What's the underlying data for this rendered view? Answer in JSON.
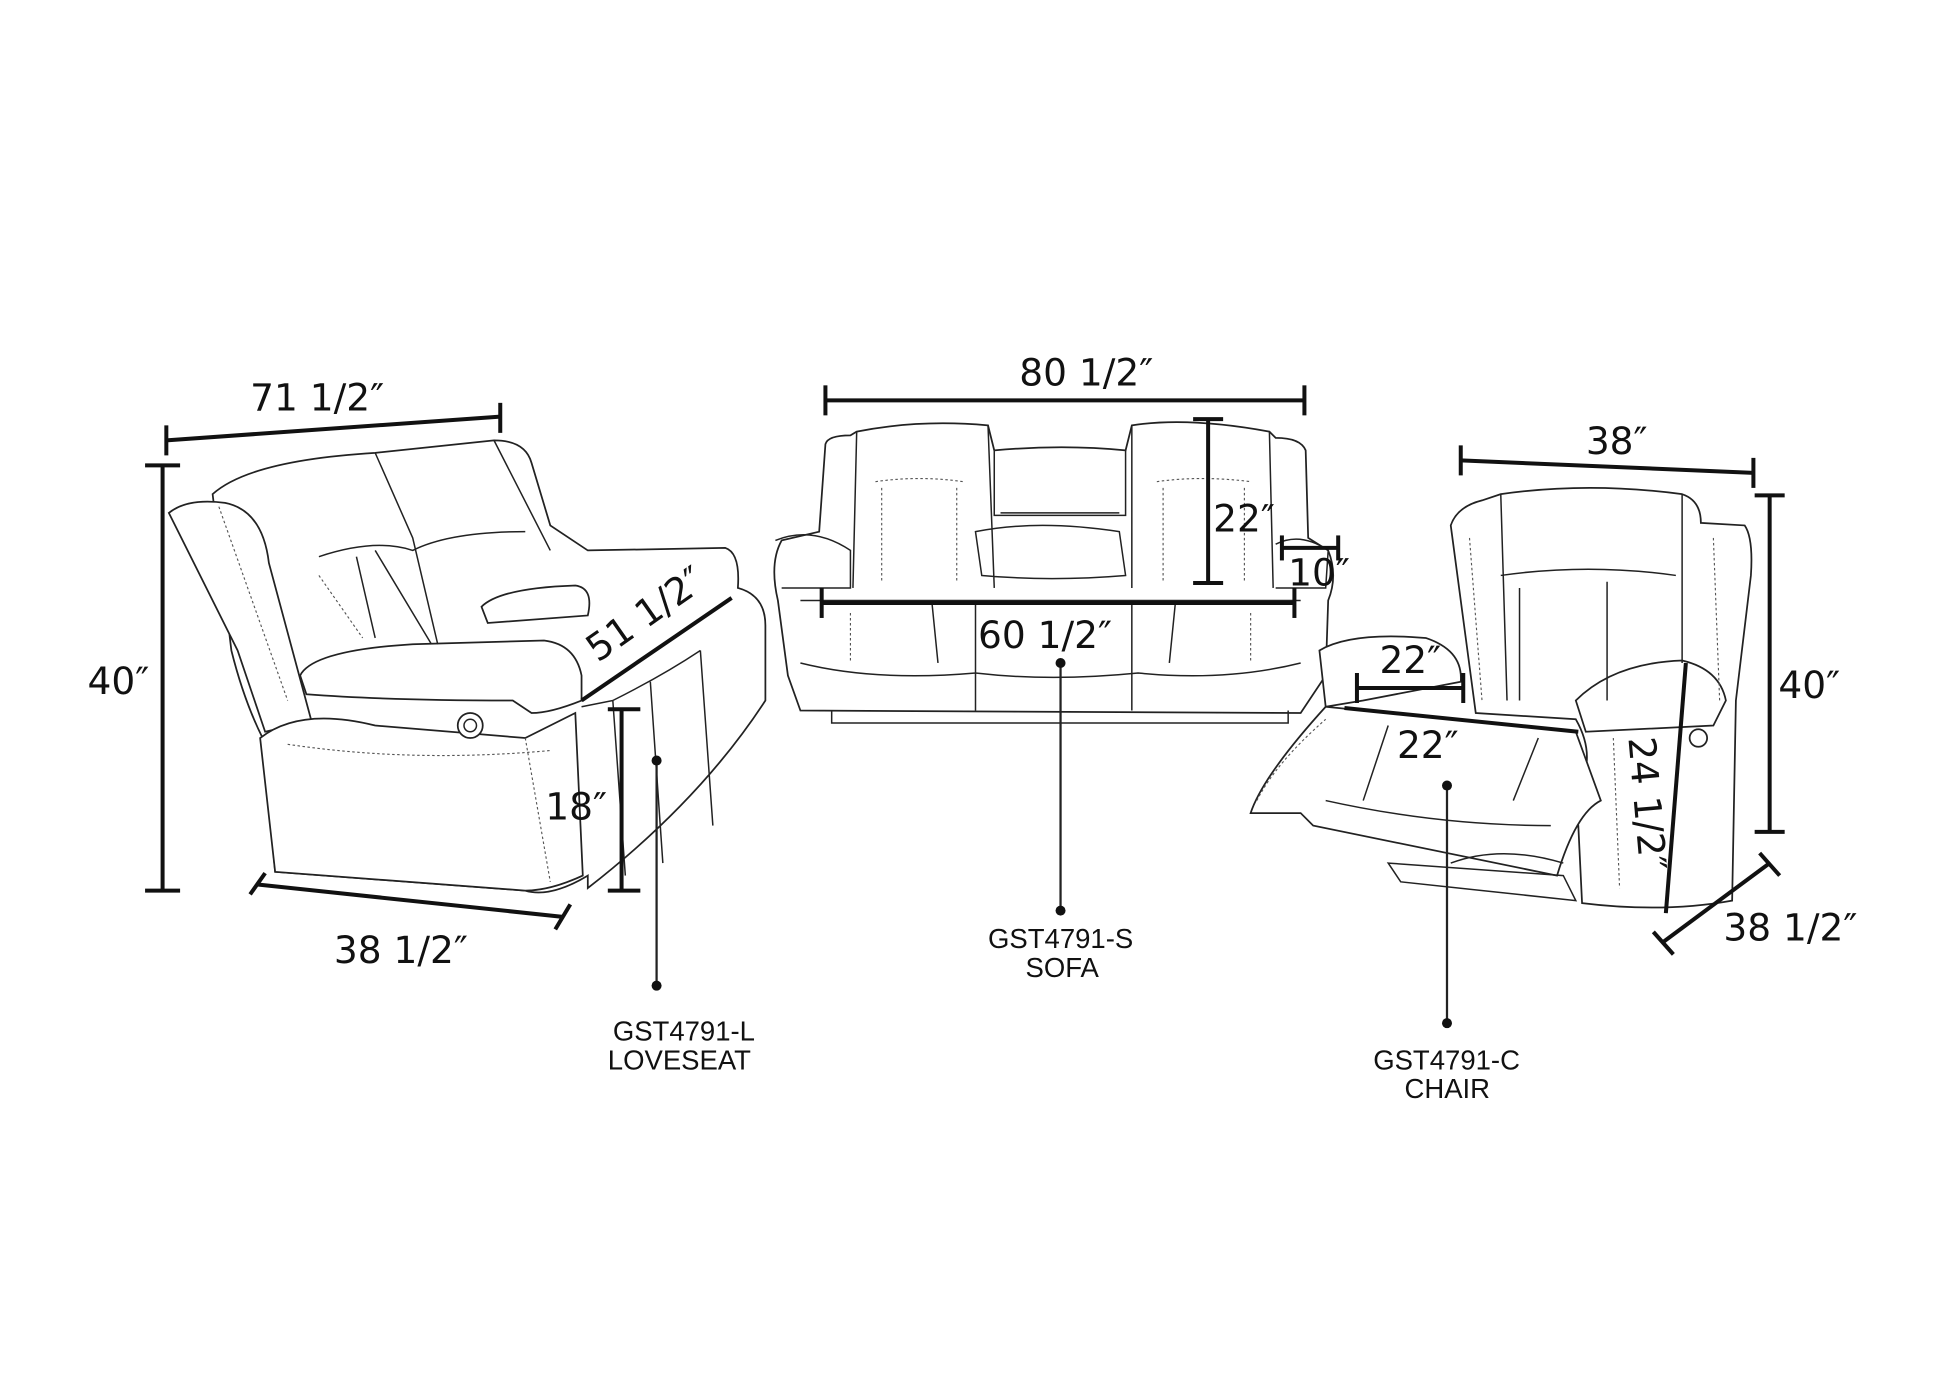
{
  "loveseat": {
    "model": "GST4791-L",
    "name": "LOVESEAT",
    "dims": {
      "width": "71 1/2″",
      "height": "40″",
      "depth": "38 1/2″",
      "inner_width": "51 1/2″",
      "seat_height": "18″"
    }
  },
  "sofa": {
    "model": "GST4791-S",
    "name": "SOFA",
    "dims": {
      "width": "80 1/2″",
      "back_height": "22″",
      "arm_width": "10″",
      "seat_width": "60 1/2″"
    }
  },
  "chair": {
    "model": "GST4791-C",
    "name": "CHAIR",
    "dims": {
      "width": "38″",
      "height": "40″",
      "depth": "38 1/2″",
      "seat_depth": "22″",
      "seat_width": "22″",
      "extended_depth": "24 1/2″"
    }
  },
  "colors": {
    "line": "#111111",
    "background": "#ffffff"
  }
}
